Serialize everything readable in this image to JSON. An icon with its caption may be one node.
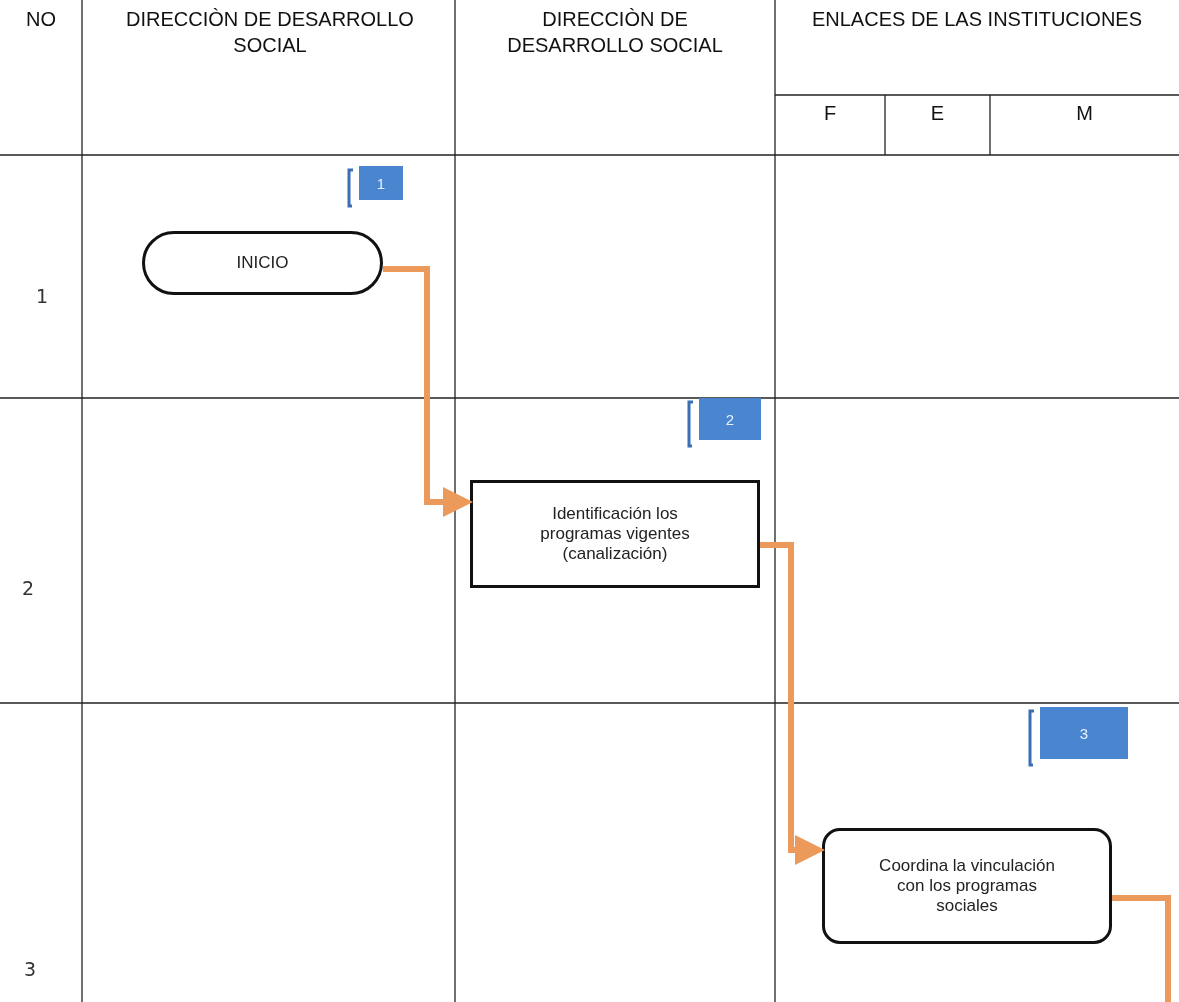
{
  "diagram": {
    "nodes": [
      {
        "text": [
          "INICIO"
        ]
      },
      {
        "text": [
          "Identificación los programas vigentes (canalización)"
        ]
      },
      {
        "text": [
          "Coordina la vinculación con los programas sociales"
        ]
      }
    ],
    "edges": [
      {
        "from": 0,
        "to": 1,
        "arrow": "to"
      },
      {
        "from": 1,
        "to": 2,
        "arrow": "to"
      },
      {
        "from": 2,
        "to": null,
        "arrow": "none"
      }
    ],
    "labels": [
      "NO",
      "DIRECCIÒN DE DESARROLLO SOCIAL",
      "DIRECCIÒN DE DESARROLLO SOCIAL",
      "ENLACES DE LAS INSTITUCIONES",
      "F",
      "E",
      "M",
      "1",
      "1",
      "2",
      "2",
      "3",
      "3"
    ]
  }
}
